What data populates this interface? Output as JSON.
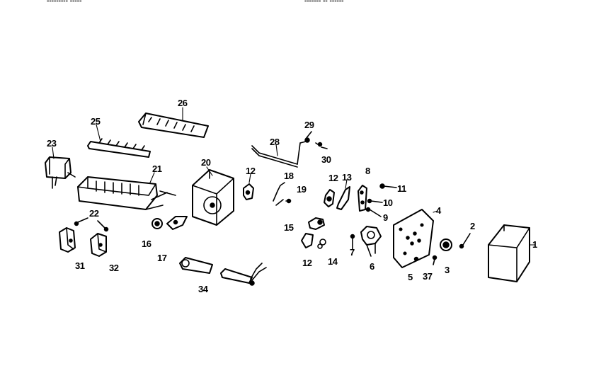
{
  "header": {
    "left_text": "--------- -----",
    "right_text": "------- -- ------"
  },
  "callouts": [
    {
      "id": "1",
      "label": "1"
    },
    {
      "id": "2",
      "label": "2"
    },
    {
      "id": "3",
      "label": "3"
    },
    {
      "id": "4",
      "label": "4"
    },
    {
      "id": "5",
      "label": "5"
    },
    {
      "id": "6",
      "label": "6"
    },
    {
      "id": "7",
      "label": "7"
    },
    {
      "id": "8",
      "label": "8"
    },
    {
      "id": "9",
      "label": "9"
    },
    {
      "id": "10",
      "label": "10"
    },
    {
      "id": "11",
      "label": "11"
    },
    {
      "id": "12a",
      "label": "12"
    },
    {
      "id": "12b",
      "label": "12"
    },
    {
      "id": "12c",
      "label": "12"
    },
    {
      "id": "13",
      "label": "13"
    },
    {
      "id": "14",
      "label": "14"
    },
    {
      "id": "15",
      "label": "15"
    },
    {
      "id": "16",
      "label": "16"
    },
    {
      "id": "17",
      "label": "17"
    },
    {
      "id": "18",
      "label": "18"
    },
    {
      "id": "19",
      "label": "19"
    },
    {
      "id": "20",
      "label": "20"
    },
    {
      "id": "21",
      "label": "21"
    },
    {
      "id": "22",
      "label": "22"
    },
    {
      "id": "23",
      "label": "23"
    },
    {
      "id": "25",
      "label": "25"
    },
    {
      "id": "26",
      "label": "26"
    },
    {
      "id": "28",
      "label": "28"
    },
    {
      "id": "29",
      "label": "29"
    },
    {
      "id": "30",
      "label": "30"
    },
    {
      "id": "31",
      "label": "31"
    },
    {
      "id": "32",
      "label": "32"
    },
    {
      "id": "34",
      "label": "34"
    },
    {
      "id": "37",
      "label": "37"
    }
  ]
}
